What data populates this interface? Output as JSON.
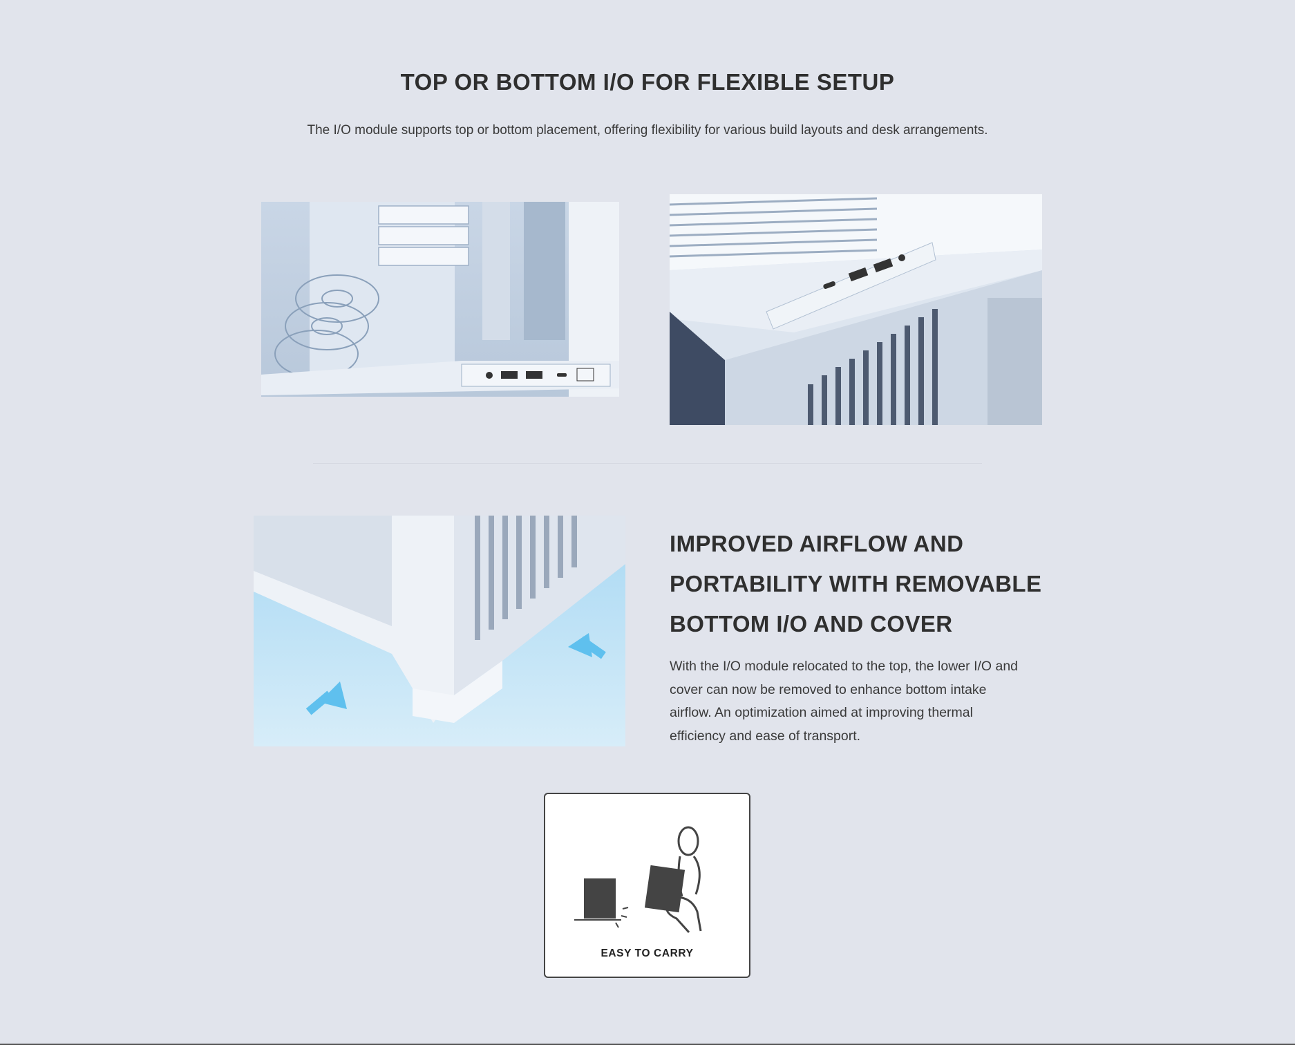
{
  "section1": {
    "title": "TOP OR BOTTOM I/O FOR FLEXIBLE SETUP",
    "description": "The I/O module supports top or bottom placement, offering flexibility for various build layouts and desk arrangements."
  },
  "section2": {
    "title_lines": [
      "IMPROVED AIRFLOW AND",
      "PORTABILITY WITH REMOVABLE",
      "BOTTOM I/O AND COVER"
    ],
    "description_lines": [
      "With the I/O module relocated to the top, the lower I/O and",
      "cover can now be removed to enhance bottom intake",
      "airflow. An optimization aimed at improving thermal",
      "efficiency and ease of transport."
    ]
  },
  "badge": {
    "label": "EASY TO CARRY",
    "icon": "easy-to-carry-icon"
  },
  "colors": {
    "background": "#e1e4ec",
    "text": "#333333",
    "airflow": "#5fc0ee"
  }
}
